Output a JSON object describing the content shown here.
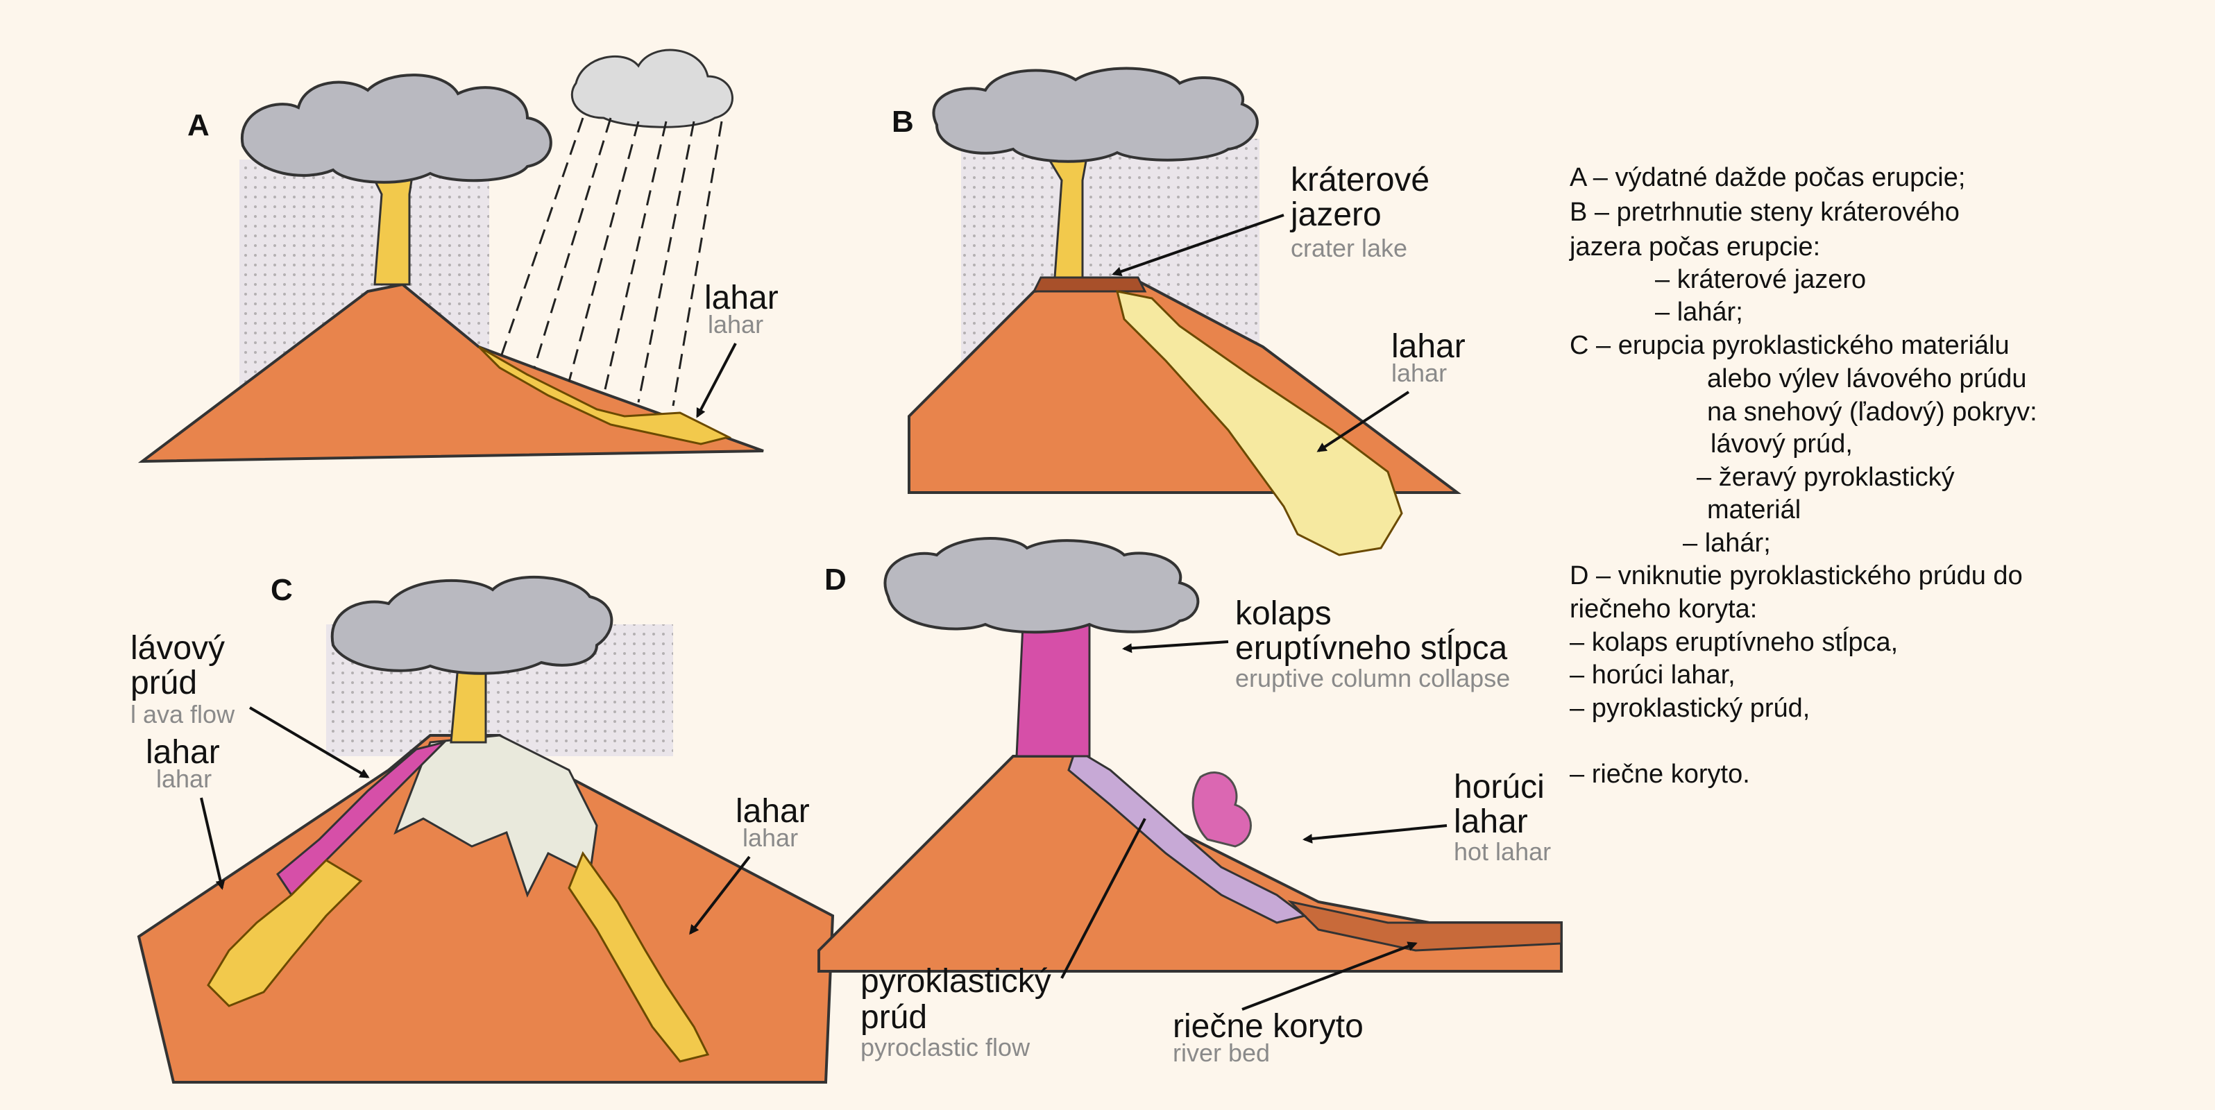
{
  "panels": {
    "a": {
      "letter": "A",
      "lahar_sk": "lahar",
      "lahar_en": "lahar"
    },
    "b": {
      "letter": "B",
      "crater_sk_1": "kráterové",
      "crater_sk_2": "jazero",
      "crater_en": "crater lake",
      "lahar_sk": "lahar",
      "lahar_en": "lahar"
    },
    "c": {
      "letter": "C",
      "lava_sk_1": "lávový",
      "lava_sk_2": "prúd",
      "lava_en": "l ava flow",
      "lahar_left_sk": "lahar",
      "lahar_left_en": "lahar",
      "lahar_right_sk": "lahar",
      "lahar_right_en": "lahar"
    },
    "d": {
      "letter": "D",
      "collapse_sk_1": "kolaps",
      "collapse_sk_2": "eruptívneho stĺpca",
      "collapse_en": "eruptive column collapse",
      "hot_sk_1": "horúci",
      "hot_sk_2": "lahar",
      "hot_en": "hot lahar",
      "pyro_sk_1": "pyroklastický",
      "pyro_sk_2": "prúd",
      "pyro_en": "pyroclastic flow",
      "river_sk": "riečne koryto",
      "river_en": "river bed"
    }
  },
  "legend": [
    "A –  výdatné dažde počas erupcie;",
    "B –  pretrhnutie steny kráterového",
    "jazera počas erupcie:",
    "– kráterové jazero",
    "– lahár;",
    "C – erupcia pyroklastického materiálu",
    "alebo výlev lávového prúdu",
    "na snehový (ľadový) pokryv:",
    "lávový prúd,",
    "– žeravý pyroklastický",
    "materiál",
    "– lahár;",
    "D – vniknutie pyroklastického prúdu do",
    "riečneho koryta:",
    "–  kolaps eruptívneho stĺpca,",
    "–  horúci lahar,",
    "–  pyroklastický prúd,",
    "–  riečne koryto."
  ],
  "colors": {
    "background": "#fdf6ec",
    "volcano": "#e8844c",
    "ash_cloud": "#b9b9c0",
    "lahar": "#f2c94c",
    "pyroclastic": "#d64fa8",
    "snow": "#e9e9dc",
    "rain": "#9a9ac8"
  }
}
